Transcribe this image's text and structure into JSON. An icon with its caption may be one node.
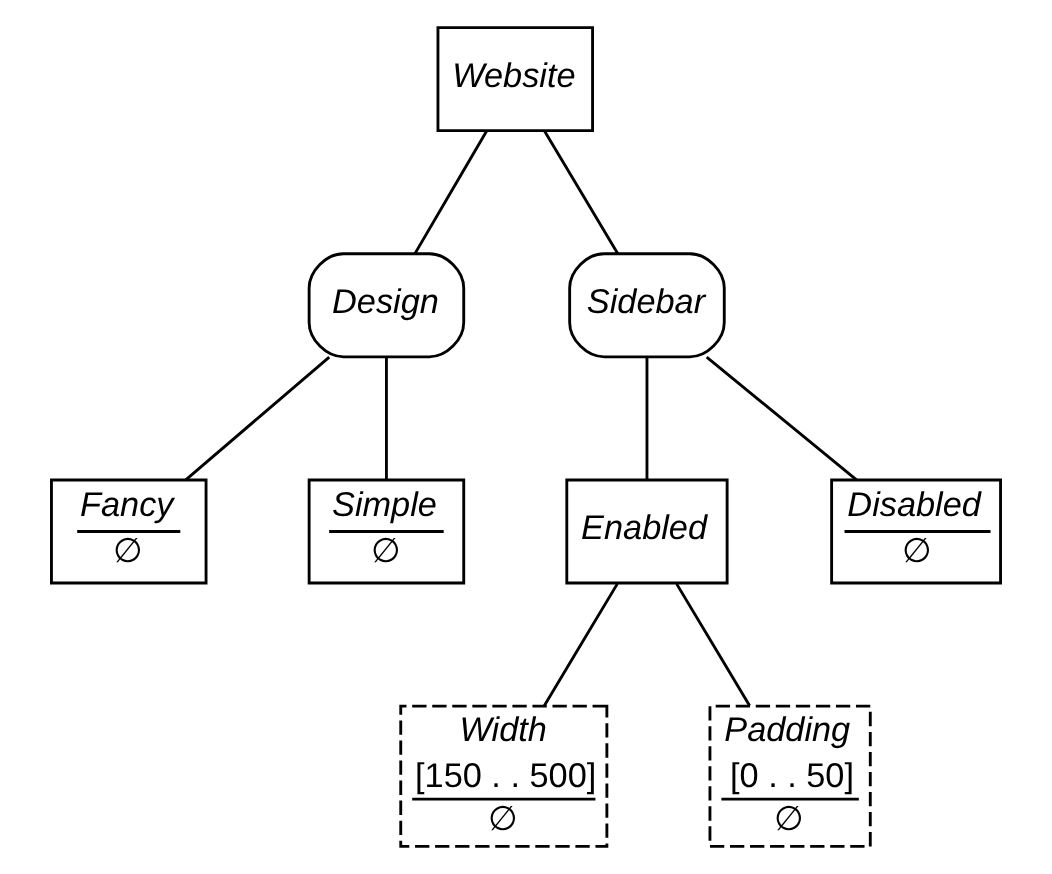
{
  "diagram": {
    "nodes": [
      {
        "text": [
          "Website"
        ]
      },
      {
        "text": [
          "Design"
        ]
      },
      {
        "text": [
          "Sidebar"
        ]
      },
      {
        "text": [
          "Fancy",
          "∅"
        ]
      },
      {
        "text": [
          "Simple",
          "∅"
        ]
      },
      {
        "text": [
          "Enabled"
        ]
      },
      {
        "text": [
          "Disabled",
          "∅"
        ]
      },
      {
        "text": [
          "Width",
          "[150 . . 500]",
          "∅"
        ]
      },
      {
        "text": [
          "Padding",
          "[0 . . 50]",
          "∅"
        ]
      }
    ],
    "edges": [
      {
        "from": 0,
        "to": 1,
        "arrow": "none"
      },
      {
        "from": 0,
        "to": 2,
        "arrow": "none"
      },
      {
        "from": 1,
        "to": 3,
        "arrow": "none"
      },
      {
        "from": 1,
        "to": 4,
        "arrow": "none"
      },
      {
        "from": 2,
        "to": 5,
        "arrow": "none"
      },
      {
        "from": 2,
        "to": 6,
        "arrow": "none"
      },
      {
        "from": 5,
        "to": 7,
        "arrow": "none"
      },
      {
        "from": 5,
        "to": 8,
        "arrow": "none"
      }
    ]
  }
}
